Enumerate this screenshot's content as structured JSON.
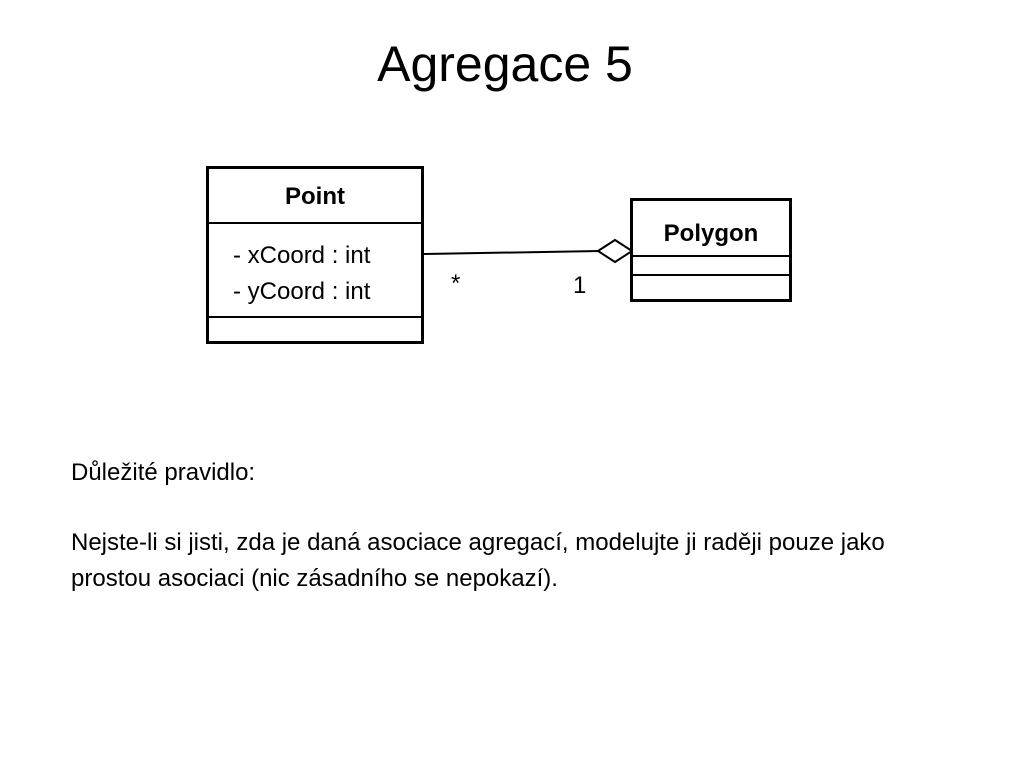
{
  "slide": {
    "title": "Agregace 5"
  },
  "diagram": {
    "point_class": {
      "name": "Point",
      "attributes": [
        "- xCoord : int",
        "- yCoord : int"
      ]
    },
    "polygon_class": {
      "name": "Polygon",
      "attributes": []
    },
    "association": {
      "kind": "aggregation",
      "part_multiplicity": "*",
      "whole_multiplicity": "1"
    }
  },
  "text": {
    "heading": "Důležité pravidlo:",
    "body": "Nejste-li si jisti, zda je daná asociace agregací, modelujte ji raději pouze jako prostou asociaci (nic zásadního se nepokazí)."
  }
}
